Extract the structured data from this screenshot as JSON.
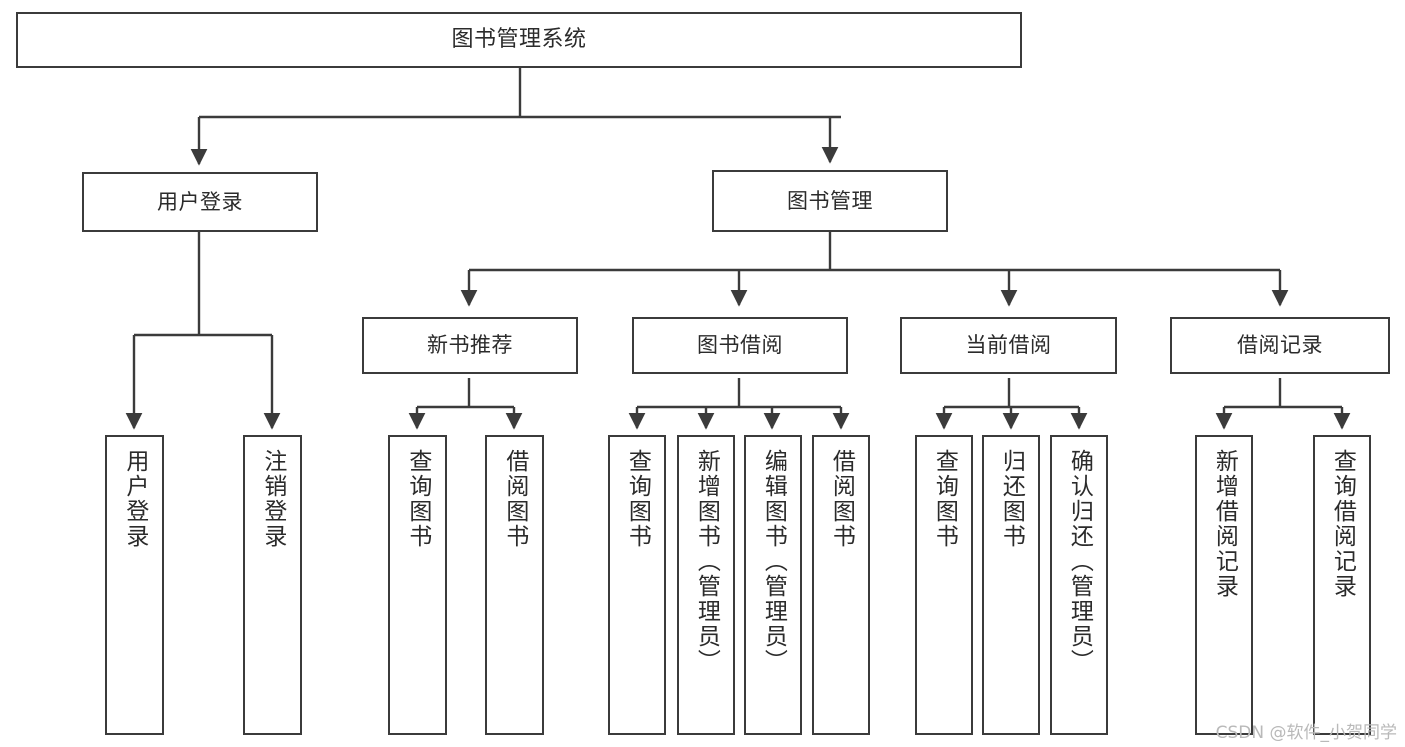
{
  "diagram": {
    "type": "hierarchy-tree",
    "title": "图书管理系统",
    "watermark": "CSDN @软件_小贺同学",
    "colors": {
      "box_border": "#3b3b3b",
      "box_fill": "#ffffff",
      "connector": "#3b3b3b",
      "text": "#2b2b2b",
      "watermark": "#b9b9b9",
      "background": "#ffffff"
    },
    "nodes": {
      "root": {
        "label": "图书管理系统"
      },
      "level2": [
        {
          "id": "user_login",
          "label": "用户登录"
        },
        {
          "id": "book_manage",
          "label": "图书管理"
        }
      ],
      "level3": [
        {
          "id": "new_book_rec",
          "label": "新书推荐"
        },
        {
          "id": "book_borrow",
          "label": "图书借阅"
        },
        {
          "id": "current_borrow",
          "label": "当前借阅"
        },
        {
          "id": "borrow_record",
          "label": "借阅记录"
        }
      ],
      "leaves": {
        "user_login": [
          {
            "id": "leaf_user_login",
            "label": "用户登录"
          },
          {
            "id": "leaf_logout",
            "label": "注销登录"
          }
        ],
        "new_book_rec": [
          {
            "id": "leaf_query_book_1",
            "label": "查询图书"
          },
          {
            "id": "leaf_borrow_book_1",
            "label": "借阅图书"
          }
        ],
        "book_borrow": [
          {
            "id": "leaf_query_book_2",
            "label": "查询图书"
          },
          {
            "id": "leaf_add_book",
            "label": "新增图书（管理员）"
          },
          {
            "id": "leaf_edit_book",
            "label": "编辑图书（管理员）"
          },
          {
            "id": "leaf_borrow_book_2",
            "label": "借阅图书"
          }
        ],
        "current_borrow": [
          {
            "id": "leaf_query_book_3",
            "label": "查询图书"
          },
          {
            "id": "leaf_return_book",
            "label": "归还图书"
          },
          {
            "id": "leaf_confirm_return",
            "label": "确认归还（管理员）"
          }
        ],
        "borrow_record": [
          {
            "id": "leaf_add_record",
            "label": "新增借阅记录"
          },
          {
            "id": "leaf_query_record",
            "label": "查询借阅记录"
          }
        ]
      }
    }
  }
}
